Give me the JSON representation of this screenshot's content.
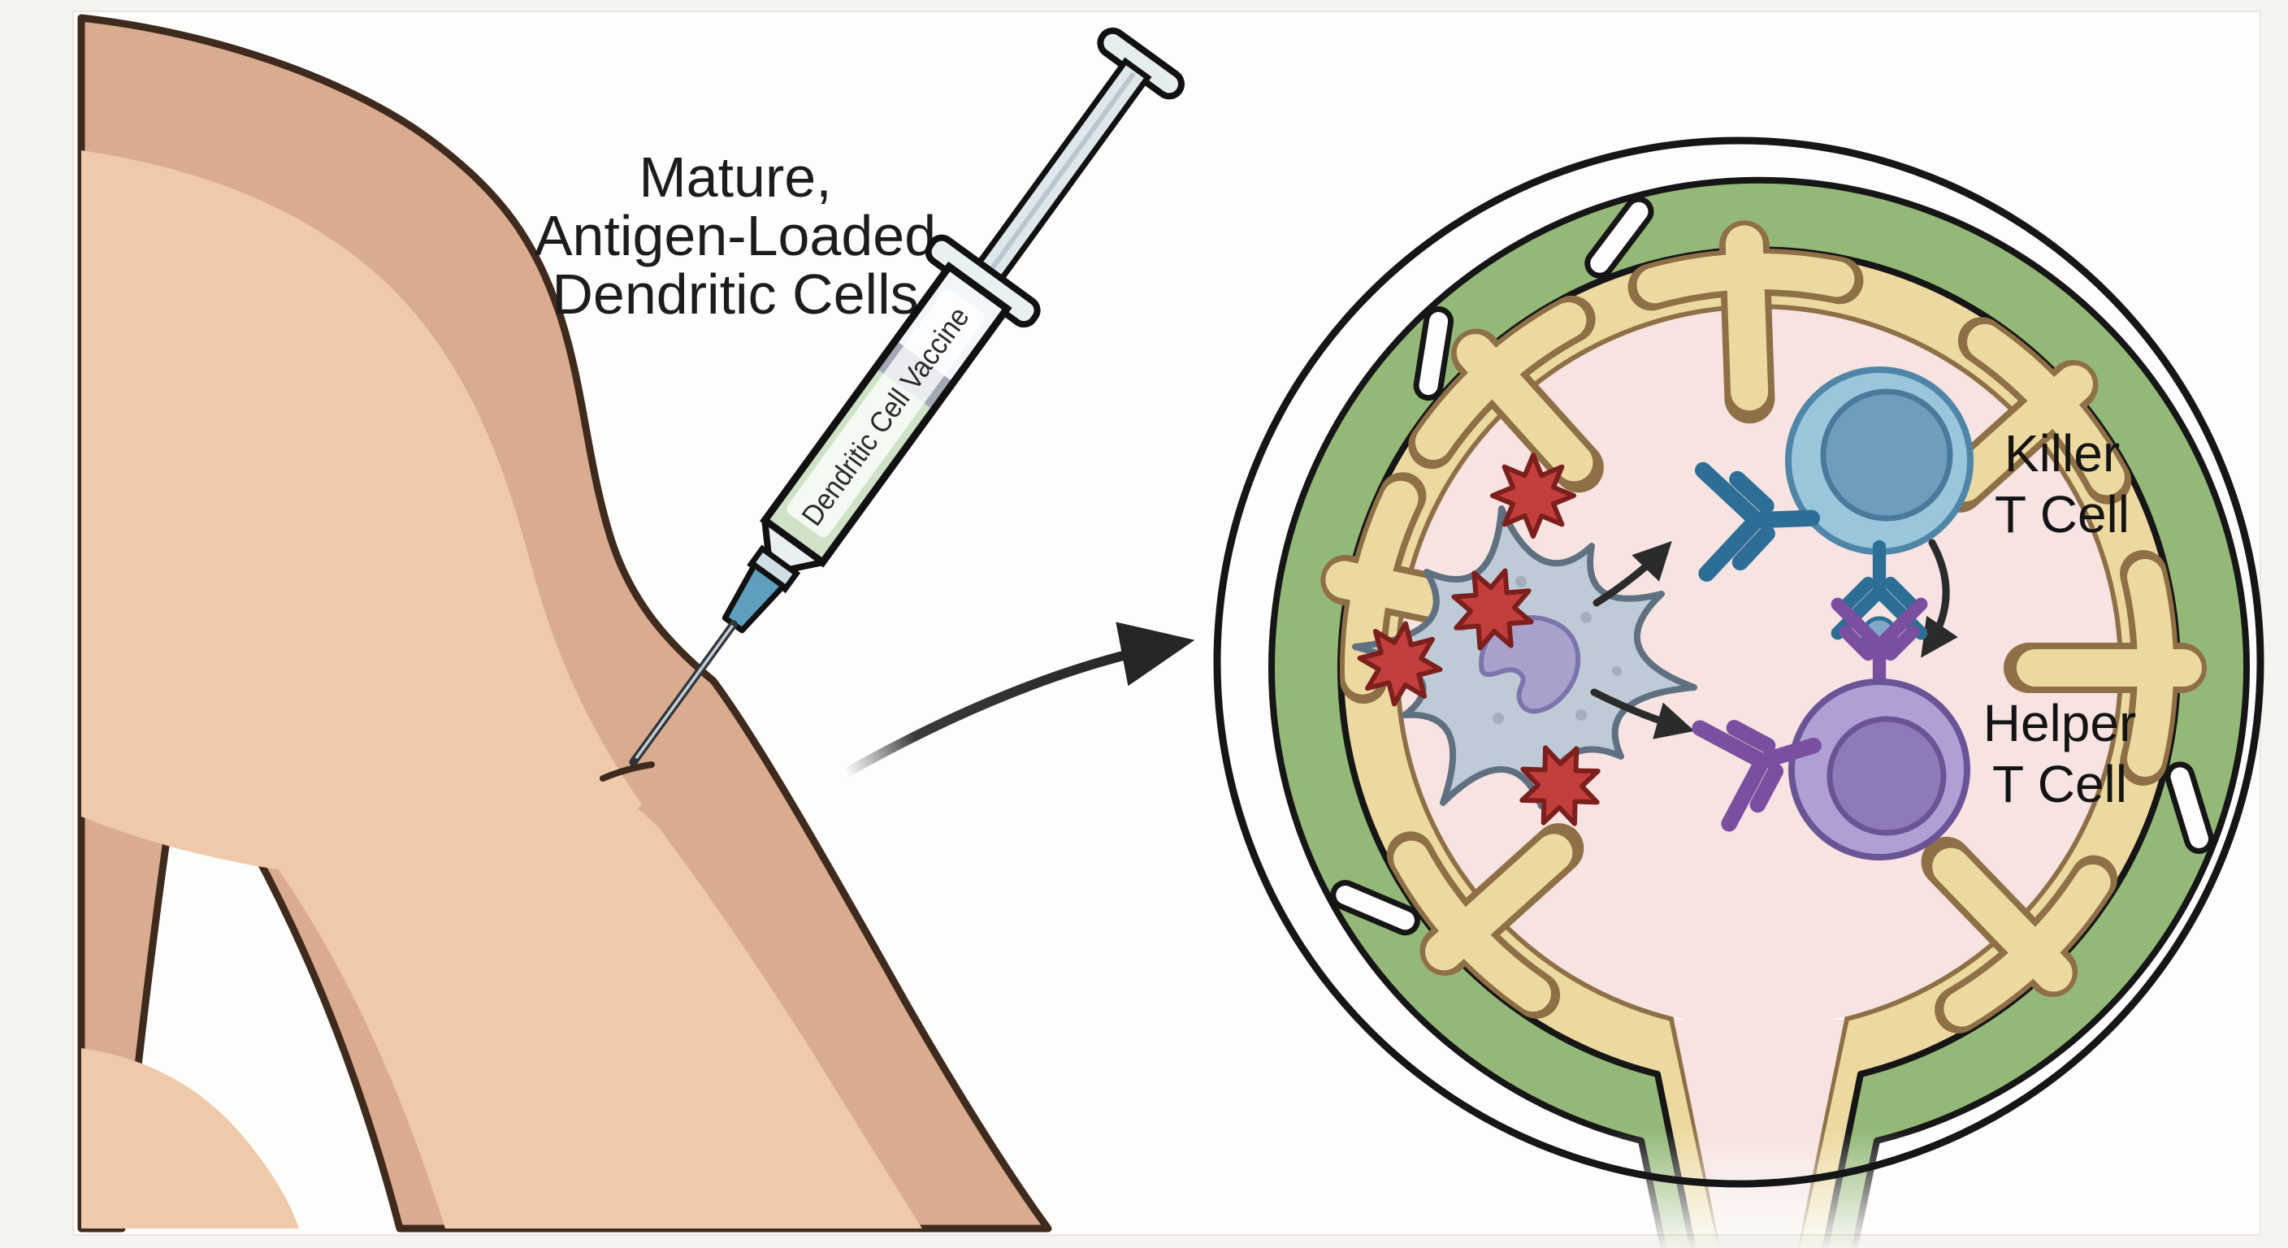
{
  "illustration": {
    "caption_lines": [
      "Mature,",
      "Antigen-Loaded",
      "Dendritic Cells"
    ],
    "syringe_label": "Dendritic Cell Vaccine",
    "killer_label_lines": [
      "Killer",
      "T Cell"
    ],
    "helper_label_lines": [
      "Helper",
      "T Cell"
    ]
  },
  "colors": {
    "skin_light": "#eecaab",
    "skin_shade": "#d9ab8f",
    "skin_outline": "#3f2a1e",
    "syringe_body": "#f1f6f8",
    "syringe_liquid": "#cfe2c7",
    "plunger_seal": "#a3a9b4",
    "needle_hub_blue": "#5f9fbe",
    "capsule_green": "#93b877",
    "trabecula_yellow": "#ecd9a0",
    "trabecula_outline": "#8f6f46",
    "node_interior_pink": "#f7e3e1",
    "killer_t_fill": "#9ac6dc",
    "killer_t_nucleus": "#6f9dbd",
    "helper_t_fill": "#af9fd5",
    "helper_t_nucleus": "#8f7ab9",
    "dendritic_fill": "#becbd6",
    "dendritic_nucleus": "#a9a1cc",
    "antigen_red": "#c23f3b",
    "receptor_blue": "#2d6e96",
    "receptor_purple": "#7b4fa0",
    "arrow_black": "#2b2b2b",
    "text_black": "#1c1c1c"
  }
}
